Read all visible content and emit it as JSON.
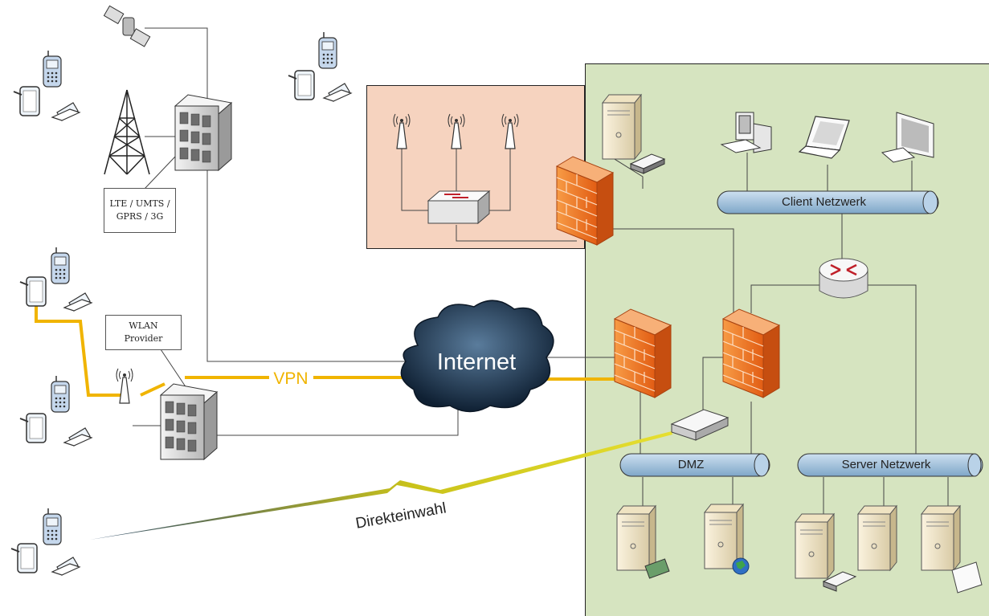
{
  "labels": {
    "lte": "LTE / UMTS /\nGPRS / 3G",
    "wlan": "WLAN\nProvider",
    "vpn": "VPN",
    "internet": "Internet",
    "direct_dial": "Direkteinwahl",
    "client_network": "Client Netzwerk",
    "dmz": "DMZ",
    "server_network": "Server Netzwerk"
  },
  "colors": {
    "green_zone": "#d6e4c0",
    "peach_zone": "#f6d3bf",
    "vpn_line": "#f0b400",
    "firewall": "#f07a2a",
    "pipe": "#a9c4dd",
    "cloud": "#1f3550",
    "lightning": "#c8c21a"
  },
  "icons": [
    "satellite-icon",
    "cell-tower-icon",
    "building-icon",
    "phone-icon",
    "tablet-icon",
    "laptop-icon",
    "firewall-icon",
    "router-icon",
    "switch-icon",
    "access-point-icon",
    "server-icon",
    "desktop-icon",
    "monitor-icon",
    "modem-icon",
    "globe-icon"
  ]
}
